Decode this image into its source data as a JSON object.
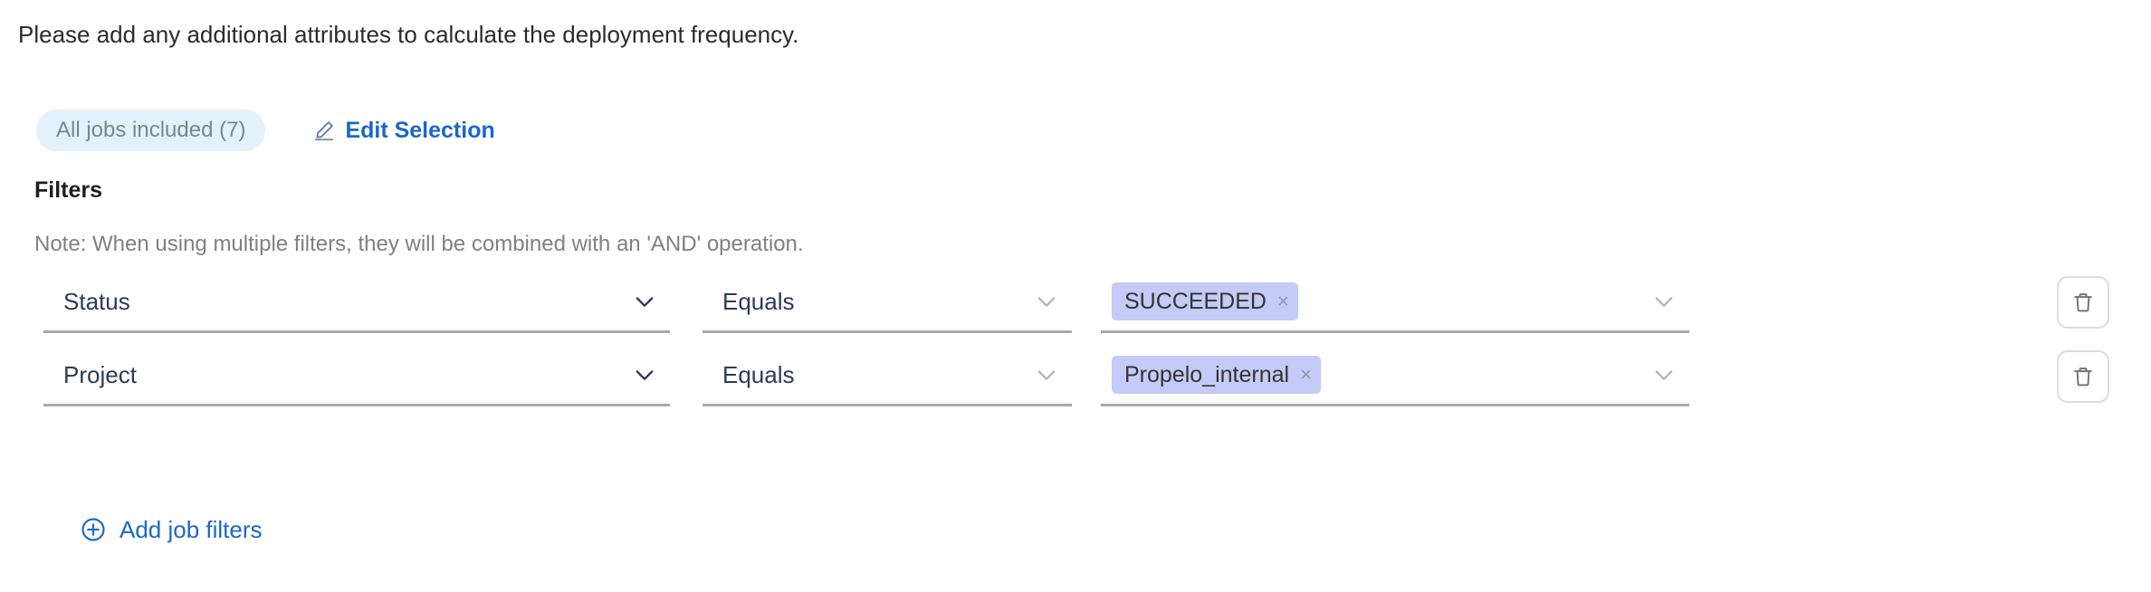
{
  "intro": {
    "text": "Please add any additional attributes to calculate the deployment frequency."
  },
  "jobs_selection": {
    "pill_label": "All jobs included (7)",
    "edit_label": "Edit Selection",
    "edit_icon": "pencil-icon"
  },
  "filters": {
    "title": "Filters",
    "note": "Note: When using multiple filters, they will be combined with an 'AND' operation.",
    "rows": [
      {
        "attribute": "Status",
        "operator": "Equals",
        "values": [
          {
            "label": "SUCCEEDED",
            "remove_glyph": "×"
          }
        ],
        "attribute_chevron": "chevron-down-icon",
        "operator_chevron": "chevron-down-icon",
        "value_chevron": "chevron-down-icon",
        "delete_icon": "trash-icon"
      },
      {
        "attribute": "Project",
        "operator": "Equals",
        "values": [
          {
            "label": "Propelo_internal",
            "remove_glyph": "×"
          }
        ],
        "attribute_chevron": "chevron-down-icon",
        "operator_chevron": "chevron-down-icon",
        "value_chevron": "chevron-down-icon",
        "delete_icon": "trash-icon"
      }
    ],
    "add_filters_label": "Add job filters",
    "add_filters_icon": "plus-circle-icon"
  },
  "colors": {
    "link_blue": "#1b66c9",
    "pill_bg": "#e3f1fc",
    "pill_text": "#7a8693",
    "chip_bg": "#c3cbf6",
    "chip_text": "#333333",
    "field_text": "#2c3a56",
    "field_underline": "#a8a8a8",
    "note_text": "#808080"
  }
}
